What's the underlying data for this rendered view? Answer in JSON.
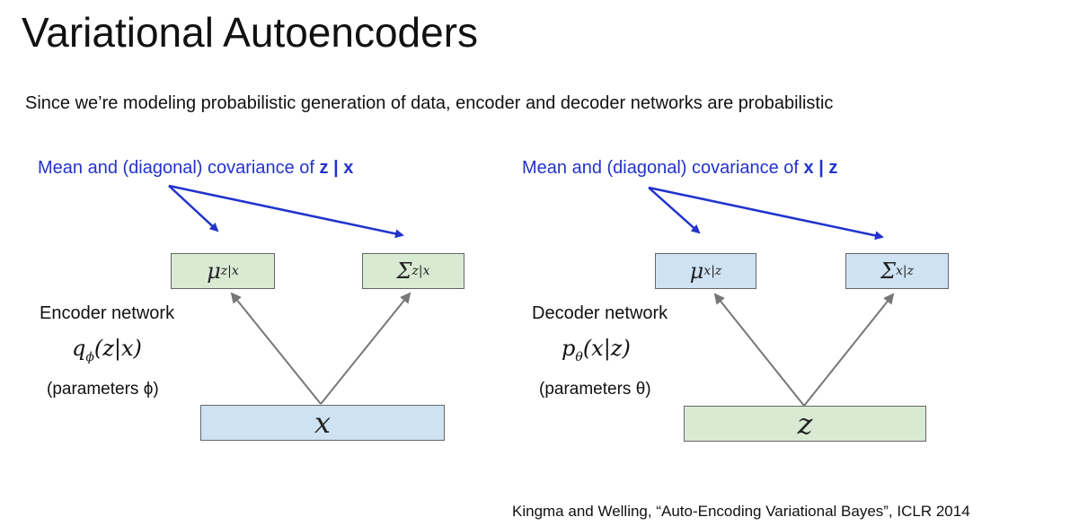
{
  "slide": {
    "title": "Variational Autoencoders",
    "subtitle": "Since we’re modeling probabilistic generation of data, encoder and decoder networks are probabilistic",
    "citation": "Kingma and Welling, “Auto-Encoding Variational Bayes”, ICLR 2014"
  },
  "encoder": {
    "label_prefix": "Mean and (diagonal) covariance of ",
    "label_bold": "z | x",
    "network_label": "Encoder network",
    "formula_q": "q",
    "formula_sub": "ϕ",
    "formula_arg": "(z|x)",
    "params": "(parameters ϕ)",
    "mu_symbol": "μ",
    "mu_sub": "z|x",
    "sigma_symbol": "Σ",
    "sigma_sub": "z|x",
    "input": "x"
  },
  "decoder": {
    "label_prefix": "Mean and (diagonal) covariance of ",
    "label_bold": "x | z",
    "network_label": "Decoder network",
    "formula_q": "p",
    "formula_sub": "θ",
    "formula_arg": "(x|z)",
    "params": "(parameters θ)",
    "mu_symbol": "μ",
    "mu_sub": "x|z",
    "sigma_symbol": "Σ",
    "sigma_sub": "x|z",
    "input": "z"
  },
  "colors": {
    "label_blue": "#2233cc",
    "box_green": "#d9ead3",
    "box_blue": "#cfe2f3",
    "arrow_gray": "#777777"
  }
}
